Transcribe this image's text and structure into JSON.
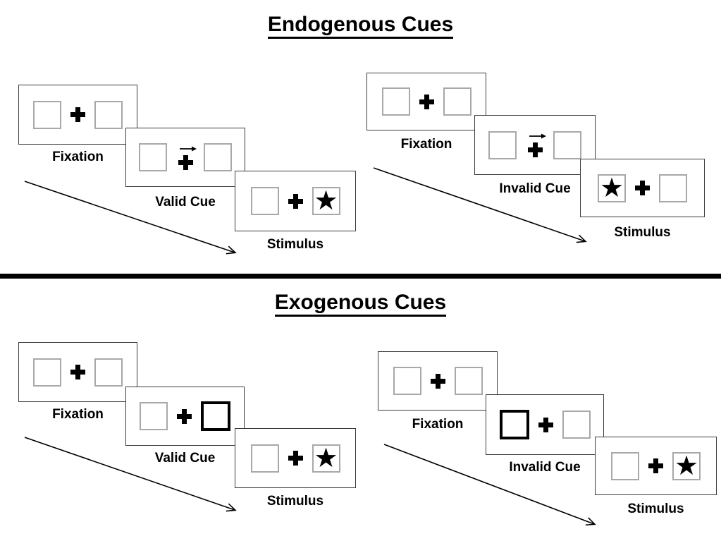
{
  "sections": [
    {
      "title": "Endogenous Cues",
      "trials": [
        {
          "name": "valid-trial",
          "steps": [
            {
              "label": "Fixation",
              "cue": "none",
              "target_side": "none"
            },
            {
              "label": "Valid Cue",
              "cue": "central-arrow-right",
              "target_side": "none"
            },
            {
              "label": "Stimulus",
              "cue": "none",
              "target_side": "right"
            }
          ]
        },
        {
          "name": "invalid-trial",
          "steps": [
            {
              "label": "Fixation",
              "cue": "none",
              "target_side": "none"
            },
            {
              "label": "Invalid Cue",
              "cue": "central-arrow-right",
              "target_side": "none"
            },
            {
              "label": "Stimulus",
              "cue": "none",
              "target_side": "left"
            }
          ]
        }
      ]
    },
    {
      "title": "Exogenous Cues",
      "trials": [
        {
          "name": "valid-trial",
          "steps": [
            {
              "label": "Fixation",
              "cue": "none",
              "target_side": "none"
            },
            {
              "label": "Valid Cue",
              "cue": "peripheral-box-right",
              "target_side": "none"
            },
            {
              "label": "Stimulus",
              "cue": "none",
              "target_side": "right"
            }
          ]
        },
        {
          "name": "invalid-trial",
          "steps": [
            {
              "label": "Fixation",
              "cue": "none",
              "target_side": "none"
            },
            {
              "label": "Invalid Cue",
              "cue": "peripheral-box-left",
              "target_side": "none"
            },
            {
              "label": "Stimulus",
              "cue": "none",
              "target_side": "right"
            }
          ]
        }
      ]
    }
  ],
  "glyphs": {
    "star": "★"
  },
  "colors": {
    "ink": "#000000",
    "background": "#ffffff",
    "panel_border": "#3a3a3a",
    "box_border": "#a8a8a8"
  }
}
